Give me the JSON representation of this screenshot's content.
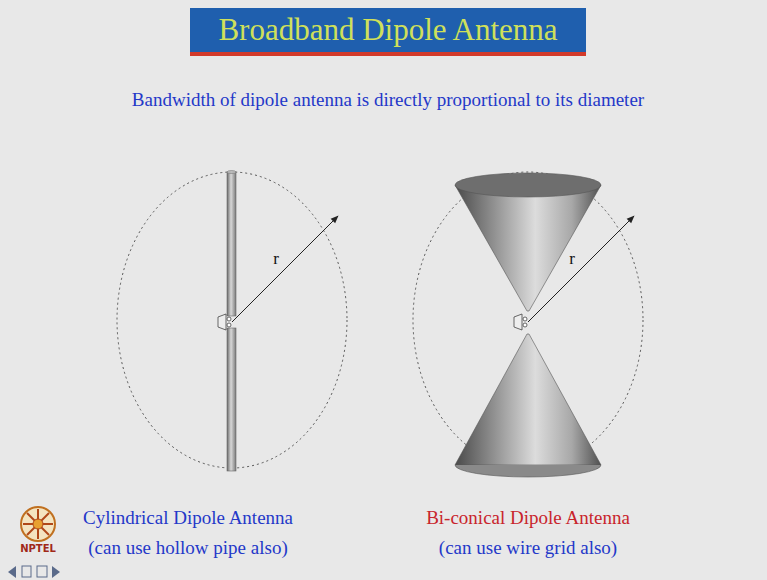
{
  "diagram": {
    "nodes": [
      {
        "text": [
          "Broadband Dipole Antenna"
        ]
      }
    ],
    "labels": [
      "Bandwidth of dipole antenna is directly proportional to its diameter",
      "r",
      "r",
      "Cylindrical Dipole Antenna",
      "(can use hollow pipe also)",
      "Bi-conical Dipole Antenna",
      "(can use wire grid also)",
      "NPTEL"
    ]
  }
}
